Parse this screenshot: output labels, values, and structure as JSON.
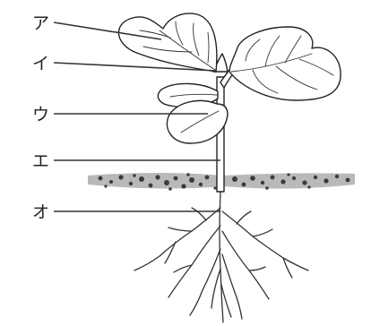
{
  "labels": [
    {
      "id": "a",
      "text": "ア"
    },
    {
      "id": "i",
      "text": "イ"
    },
    {
      "id": "u",
      "text": "ウ"
    },
    {
      "id": "e",
      "text": "エ"
    },
    {
      "id": "o",
      "text": "オ"
    }
  ]
}
